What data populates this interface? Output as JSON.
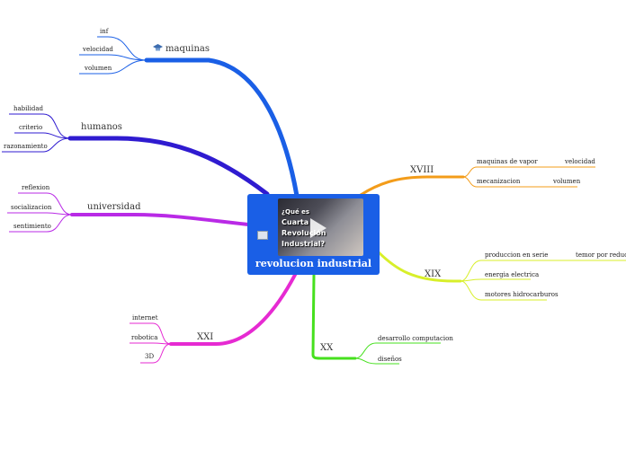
{
  "central": {
    "title": "revolucion industrial",
    "video_text": [
      "¿Qué es",
      "Cuarta",
      "Revolución",
      "Industrial?"
    ],
    "color": "#1a5fe6"
  },
  "branches": {
    "maquinas": {
      "label": "maquinas",
      "color": "#1a5fe6",
      "children": [
        "inf",
        "velocidad",
        "volumen"
      ]
    },
    "humanos": {
      "label": "humanos",
      "color": "#2f1bd0",
      "children": [
        "habilidad",
        "criterio",
        "razonamiento"
      ]
    },
    "universidad": {
      "label": "universidad",
      "color": "#b92ae6",
      "children": [
        "reflexion",
        "socializacion",
        "sentimiento"
      ]
    },
    "xxi": {
      "label": "XXI",
      "color": "#e62ad2",
      "children": [
        "internet",
        "robotica",
        "3D"
      ]
    },
    "xx": {
      "label": "XX",
      "color": "#46e01e",
      "children": [
        "desarrollo computacion",
        "diseños"
      ]
    },
    "xix": {
      "label": "XIX",
      "color": "#d8ef2a",
      "children": [
        "produccion en serie",
        "energia electrica",
        "motores  hidrocarburos"
      ],
      "grandchild": "temor por reduccion"
    },
    "xviii": {
      "label": "XVIII",
      "color": "#f39c1a",
      "children": [
        "maquinas de vapor",
        "mecanizacion"
      ],
      "grandchildren": [
        "velocidad",
        "volumen"
      ]
    }
  }
}
